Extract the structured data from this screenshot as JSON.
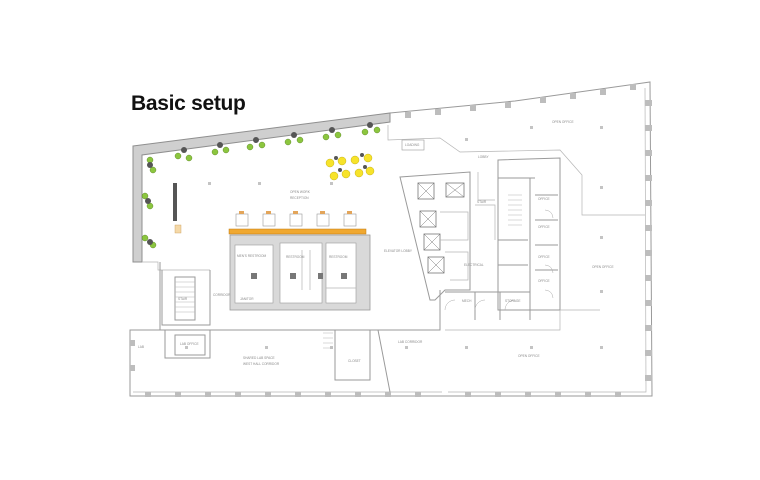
{
  "title": "Basic setup",
  "colors": {
    "wall": "#9a9a9a",
    "thick_wall": "#8f8f8f",
    "core_fill": "#d9d9d9",
    "counter": "#f0a830",
    "chair_green": "#8cc63f",
    "chair_yellow": "#f7e32a",
    "table_dark": "#555555",
    "window_post": "#bdbdbd"
  },
  "rooms": {
    "reception": "RECEPTION",
    "open_work": "OPEN WORK",
    "elevator_lobby": "ELEVATOR LOBBY",
    "corridor": "CORRIDOR",
    "electrical": "ELECTRICAL",
    "stair": "STAIR",
    "storage": "STORAGE",
    "mech": "MECH",
    "open_office_ne": "OPEN OFFICE",
    "open_office_e": "OPEN OFFICE",
    "open_office_se": "OPEN OFFICE",
    "mens_restroom": "MEN'S RESTROOM",
    "restroom_a": "RESTROOM",
    "restroom_b": "RESTROOM",
    "janitor": "JANITOR",
    "lobby_south": "LOBBY",
    "loading": "LOADING",
    "lab_center": "SHARED LAB SPACE",
    "lab_office": "LAB OFFICE",
    "lab_small": "LAB",
    "lab_corridor": "LAB CORRIDOR",
    "west_hall": "WEST HALL CORRIDOR",
    "stair_w": "STAIR",
    "closet": "CLOSET",
    "office_1": "OFFICE",
    "office_2": "OFFICE",
    "office_3": "OFFICE",
    "office_4": "OFFICE"
  }
}
